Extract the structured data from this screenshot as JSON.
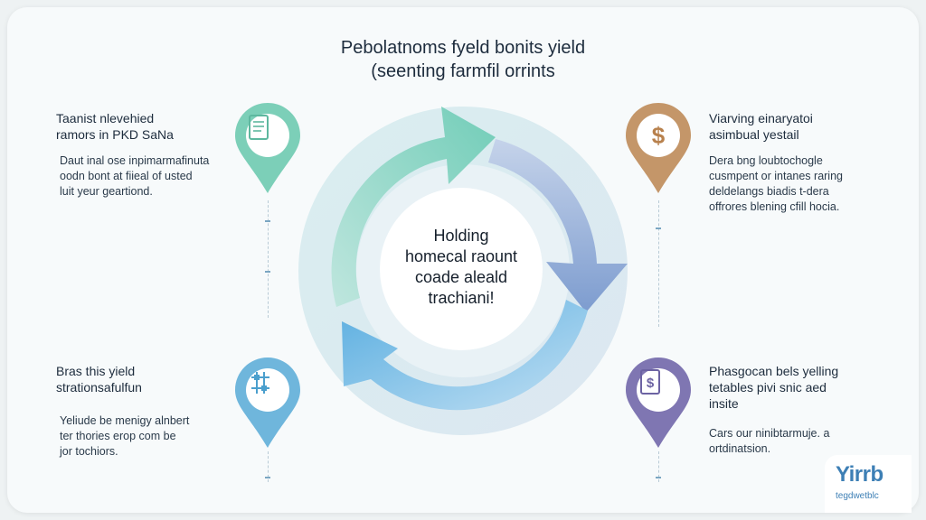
{
  "title": {
    "line1": "Pebolatnoms fyeld bonits yield",
    "line2": "(seenting farmfil orrints"
  },
  "center": {
    "lines": [
      "Holding",
      "homecal raount",
      "coade aleald",
      "trachiani!"
    ]
  },
  "panels": {
    "top_left": {
      "icon": "document-icon",
      "color": "#7ccfb8",
      "heading": [
        "Taanist nlevehied",
        "ramors in PKD SaNa"
      ],
      "body": [
        "Daut inal ose inpimarmafinuta",
        "oodn bont at fiieal of usted",
        "luit yeur geartiond."
      ]
    },
    "top_right": {
      "icon": "dollar-icon",
      "color": "#c49669",
      "heading": [
        "Viarving einaryatoi",
        "asimbual yestail"
      ],
      "body": [
        "Dera bng loubtochogle",
        "cusmpent or intanes raring",
        "deldelangs biadis t-dera",
        "offrores blening cfill hocia."
      ]
    },
    "bottom_left": {
      "icon": "circuit-icon",
      "color": "#6fb6dc",
      "heading": [
        "Bras this yield",
        "strationsafulfun"
      ],
      "body": [
        "Yeliude be menigy alnbert",
        "ter thories erop com be",
        "jor tochiors."
      ]
    },
    "bottom_right": {
      "icon": "money-document-icon",
      "color": "#7f76b2",
      "heading": [
        "Phasgocan bels yelling",
        "tetables pivi snic aed",
        "insite"
      ],
      "body": [
        "Cars our ninibtarmuje. a",
        "ortdinatsion."
      ]
    }
  },
  "logo": {
    "mark": "Yirrb",
    "sub": "tegdwetblc"
  }
}
